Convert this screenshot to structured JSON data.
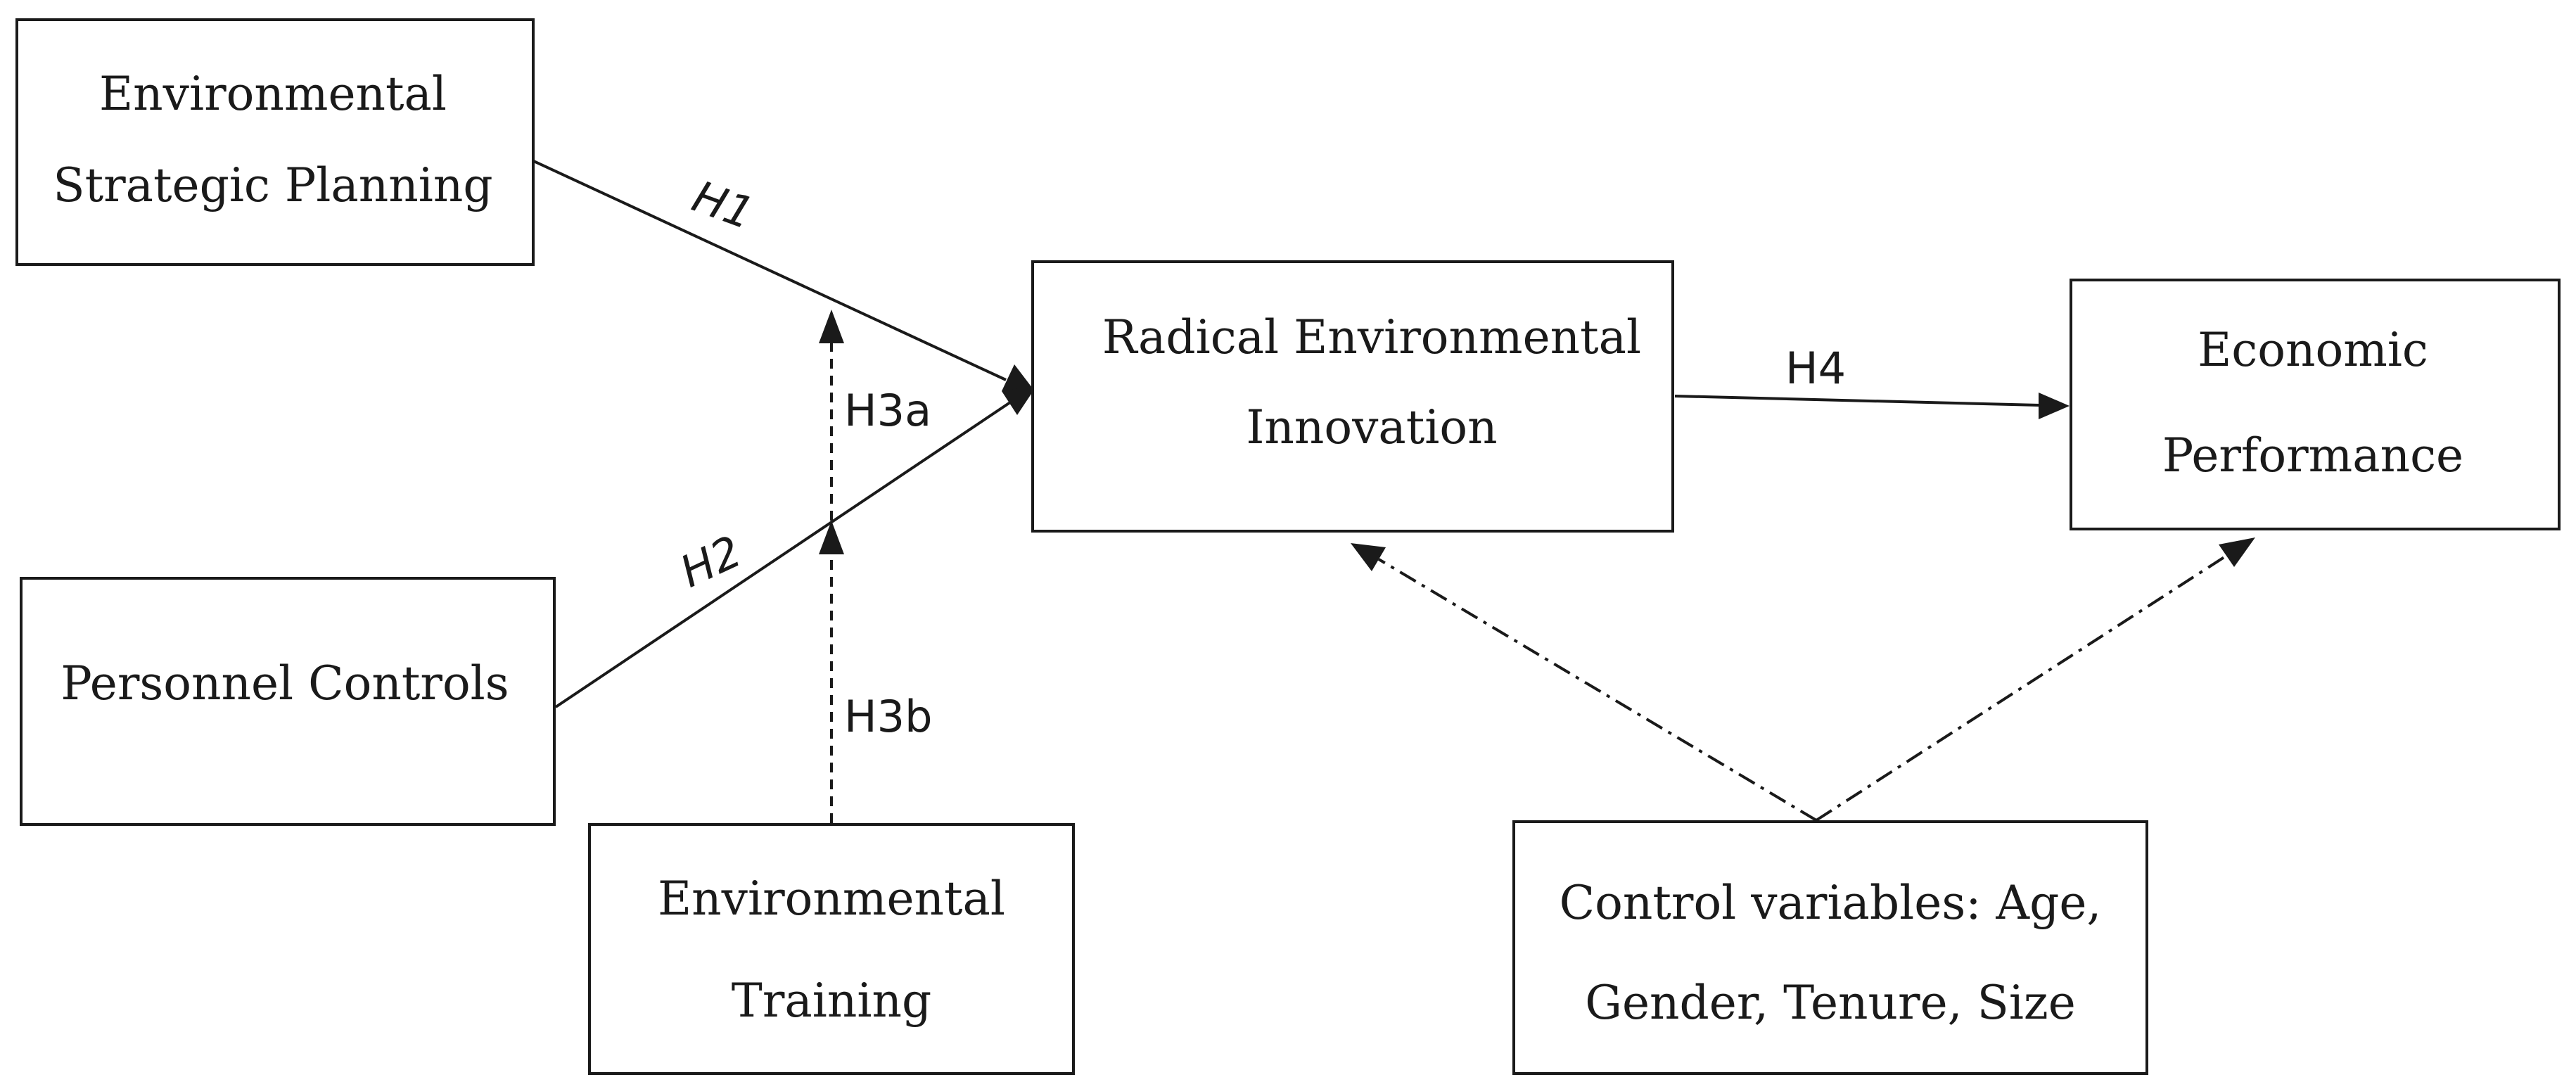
{
  "nodes": {
    "strategic_planning": {
      "line1": "Environmental",
      "line2": "Strategic Planning"
    },
    "personnel_controls": {
      "line1": "Personnel Controls"
    },
    "environmental_training": {
      "line1": "Environmental",
      "line2": "Training"
    },
    "radical_innovation": {
      "line1": "Radical Environmental",
      "line2": "Innovation"
    },
    "economic_performance": {
      "line1": "Economic",
      "line2": "Performance"
    },
    "control_variables": {
      "line1": "Control variables: Age,",
      "line2": "Gender, Tenure, Size"
    }
  },
  "hypotheses": {
    "h1": "H1",
    "h2": "H2",
    "h3a": "H3a",
    "h3b": "H3b",
    "h4": "H4"
  },
  "edges": [
    {
      "from": "Environmental Strategic Planning",
      "to": "Radical Environmental Innovation",
      "label": "H1",
      "style": "solid"
    },
    {
      "from": "Personnel Controls",
      "to": "Radical Environmental Innovation",
      "label": "H2",
      "style": "solid"
    },
    {
      "from": "Environmental Training",
      "to": "H1 path",
      "label": "H3a",
      "style": "dashed"
    },
    {
      "from": "Environmental Training",
      "to": "H2 path",
      "label": "H3b",
      "style": "dashed"
    },
    {
      "from": "Radical Environmental Innovation",
      "to": "Economic Performance",
      "label": "H4",
      "style": "solid"
    },
    {
      "from": "Control variables",
      "to": "Radical Environmental Innovation",
      "label": "",
      "style": "dash-dot"
    },
    {
      "from": "Control variables",
      "to": "Economic Performance",
      "label": "",
      "style": "dash-dot"
    }
  ]
}
